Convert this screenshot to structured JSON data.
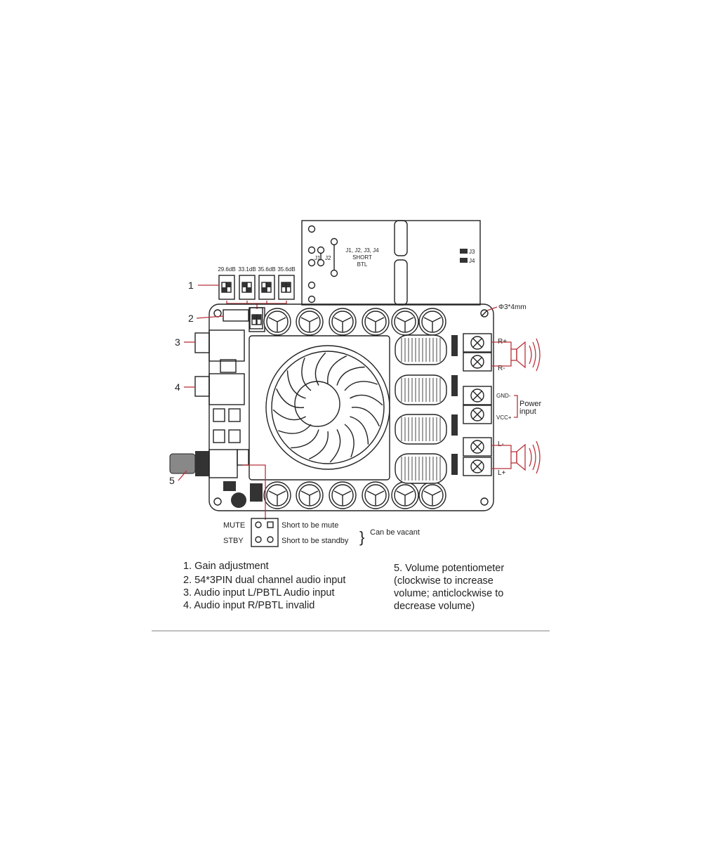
{
  "module": {
    "jumper_note": [
      "J1, J2, J3, J4",
      "SHORT",
      "BTL"
    ],
    "j1": "J1",
    "j2": "J2",
    "j3": "J3",
    "j4": "J4"
  },
  "gain_settings": [
    "29.6dB",
    "33.1dB",
    "35.6dB",
    "35.6dB"
  ],
  "mount_hole": "Φ3*4mm",
  "callouts": [
    "1",
    "2",
    "3",
    "4",
    "5"
  ],
  "terminals": {
    "r_plus": "R+",
    "r_minus": "R-",
    "gnd": "GND-",
    "vcc": "VCC+",
    "l_minus": "L-",
    "l_plus": "L+",
    "power_input": [
      "Power",
      "input"
    ]
  },
  "jumpers": {
    "mute_label": "MUTE",
    "mute_desc": "Short to be mute",
    "stby_label": "STBY",
    "stby_desc": "Short to be standby",
    "note": "Can be vacant"
  },
  "legend_left": [
    "1. Gain adjustment",
    "2. 54*3PIN dual channel audio input",
    "3. Audio input L/PBTL Audio input",
    "4. Audio input R/PBTL invalid"
  ],
  "legend_right": [
    "5. Volume  potentiometer",
    "(clockwise to increase",
    "volume; anticlockwise to",
    "decrease volume)"
  ],
  "colors": {
    "line": "#222222",
    "callout": "#b8333a"
  }
}
